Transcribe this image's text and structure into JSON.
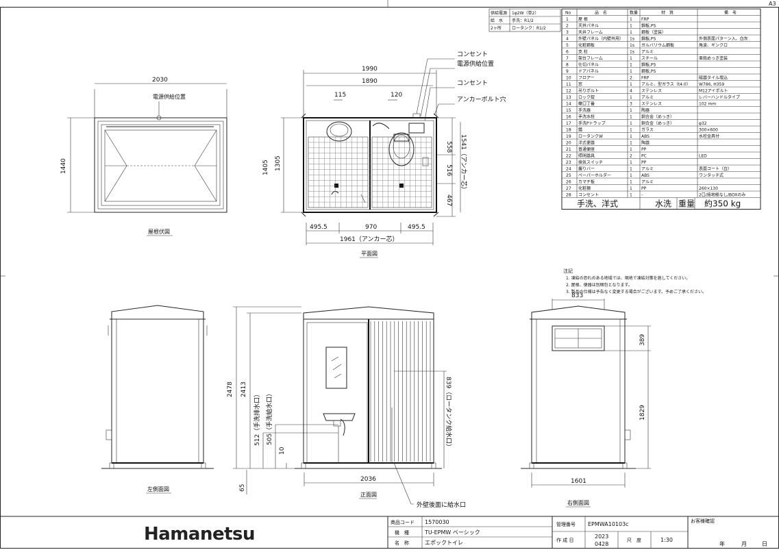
{
  "sheet": {
    "size_label": "A3"
  },
  "spec_table": {
    "rows": [
      {
        "key": "供給電源",
        "val": "1φ2W（単2）"
      },
      {
        "key": "給　水",
        "val": "手洗：R1/2"
      },
      {
        "key": "2ヶ所",
        "val": "ロータンク：R1/2"
      }
    ]
  },
  "parts": {
    "headers": [
      "No",
      "品　名",
      "数量",
      "材　質",
      "備　考"
    ],
    "rows": [
      [
        "1",
        "屋 根",
        "1",
        "FRP",
        ""
      ],
      [
        "2",
        "天井パネル",
        "1",
        "鋼板,PS",
        ""
      ],
      [
        "3",
        "天井フレーム",
        "1",
        "鋼板（塗装）",
        ""
      ],
      [
        "4",
        "外壁パネル（内壁共用）",
        "1s",
        "鋼板,PS",
        "外側表面パターン入、白灰"
      ],
      [
        "5",
        "化粧鋼板",
        "1s",
        "ガルバリウム鋼板",
        "角波、ギンクロ"
      ],
      [
        "6",
        "支 柱",
        "1s",
        "アルミ",
        ""
      ],
      [
        "7",
        "架台フレーム",
        "1",
        "スチール",
        "亜鉛めっき塗装"
      ],
      [
        "8",
        "仕切パネル",
        "1",
        "鋼板,PS",
        ""
      ],
      [
        "9",
        "ドアパネル",
        "1",
        "鋼板,PS",
        ""
      ],
      [
        "10",
        "フロアー",
        "2",
        "FRP",
        "磁器タイル埋込"
      ],
      [
        "11",
        "窓",
        "1",
        "アルミ、型ガラス（t4.0）",
        "W786, H359"
      ],
      [
        "12",
        "吊りボルト",
        "4",
        "ステンレス",
        "M12アイボルト"
      ],
      [
        "13",
        "ロック錠",
        "1",
        "アルミ",
        "レバーハンドルタイプ"
      ],
      [
        "14",
        "蝶口丁番",
        "3",
        "ステンレス",
        "102 mm"
      ],
      [
        "15",
        "手洗器",
        "1",
        "陶器",
        ""
      ],
      [
        "16",
        "手洗水栓",
        "1",
        "銅合金（めっき）",
        ""
      ],
      [
        "17",
        "手洗Pトラップ",
        "1",
        "銅合金（めっき）",
        "φ32"
      ],
      [
        "18",
        "鏡",
        "1",
        "ガラス",
        "300×600"
      ],
      [
        "19",
        "ロータンクW",
        "1",
        "ABS",
        "水栓金具付"
      ],
      [
        "20",
        "洋式便器",
        "1",
        "陶器",
        ""
      ],
      [
        "21",
        "普通便座",
        "1",
        "PP",
        ""
      ],
      [
        "22",
        "照明器具",
        "2",
        "PC",
        "LED"
      ],
      [
        "23",
        "換気スイッチ",
        "1",
        "PP",
        ""
      ],
      [
        "24",
        "握りバー",
        "1",
        "アルミ",
        "表面コート（白）"
      ],
      [
        "25",
        "ペーパーホルダー",
        "1",
        "ABS",
        "ワンタッチ式"
      ],
      [
        "26",
        "カマチ板",
        "1",
        "アルミ",
        ""
      ],
      [
        "27",
        "化粧棚",
        "1",
        "PP",
        "260×130"
      ],
      [
        "28",
        "コンセント",
        "1",
        "-",
        "2口/接地極なし/BOXのみ"
      ]
    ],
    "summary": {
      "type": "手洗、洋式",
      "flush": "水洗",
      "weight_label": "重量",
      "weight_value": "約350 kg"
    }
  },
  "notes": {
    "title": "注記",
    "items": [
      "1. 凍結の恐れのある地域では、現地で凍結対策を施してください。",
      "2. 屋根、便器は別梱包となります。",
      "3. 製品の仕様は予告なく変更する場合がございます。予めご了承ください。"
    ]
  },
  "views": {
    "roof": {
      "caption": "屋根伏図",
      "width": "2030",
      "depth": "1440",
      "power_label": "電源供給位置"
    },
    "plan": {
      "caption": "平面図",
      "outer_width": "1990",
      "inner_width": "1890",
      "d115": "115",
      "d120": "120",
      "depth_outer": "1405",
      "depth_inner": "1305",
      "d558": "558",
      "d516": "516",
      "d467": "467",
      "anchor_depth": "1541（アンカー芯）",
      "left_off": "495.5",
      "center": "970",
      "right_off": "495.5",
      "anchor_width": "1961（アンカー芯）",
      "callouts": [
        "コンセント",
        "電源供給位置",
        "コンセント",
        "アンカーボルト穴"
      ]
    },
    "left_side": {
      "caption": "左側面図"
    },
    "front": {
      "caption": "正面図",
      "h2478": "2478",
      "h2413": "2413",
      "drain": "512（手洗排水口）",
      "supply": "505（手洗給水口）",
      "h10": "10",
      "h65": "65",
      "tank": "839（ロータンク給水口）",
      "width": "2036",
      "rear_supply": "外壁後面に給水口"
    },
    "right_side": {
      "caption": "右側面図",
      "width": "833",
      "h389": "389",
      "h1829": "1829",
      "depth": "1601"
    }
  },
  "title_block": {
    "brand": "Hamanetsu",
    "code_label": "商品コード",
    "code_value": "1570030",
    "model_label": "機　種",
    "model_value": "TU-EPMW ベーシック",
    "name_label": "名　称",
    "name_value": "エポックトイレ",
    "mgmt_label": "管理番号",
    "mgmt_value": "EPMWA10103c",
    "date_label": "作 成 日",
    "date_year": "2023",
    "date_md": "0428",
    "scale_label": "尺　度",
    "scale_value": "1:30",
    "confirm_label": "お客様確認",
    "year_mark": "年",
    "month_mark": "月",
    "day_mark": "日"
  }
}
